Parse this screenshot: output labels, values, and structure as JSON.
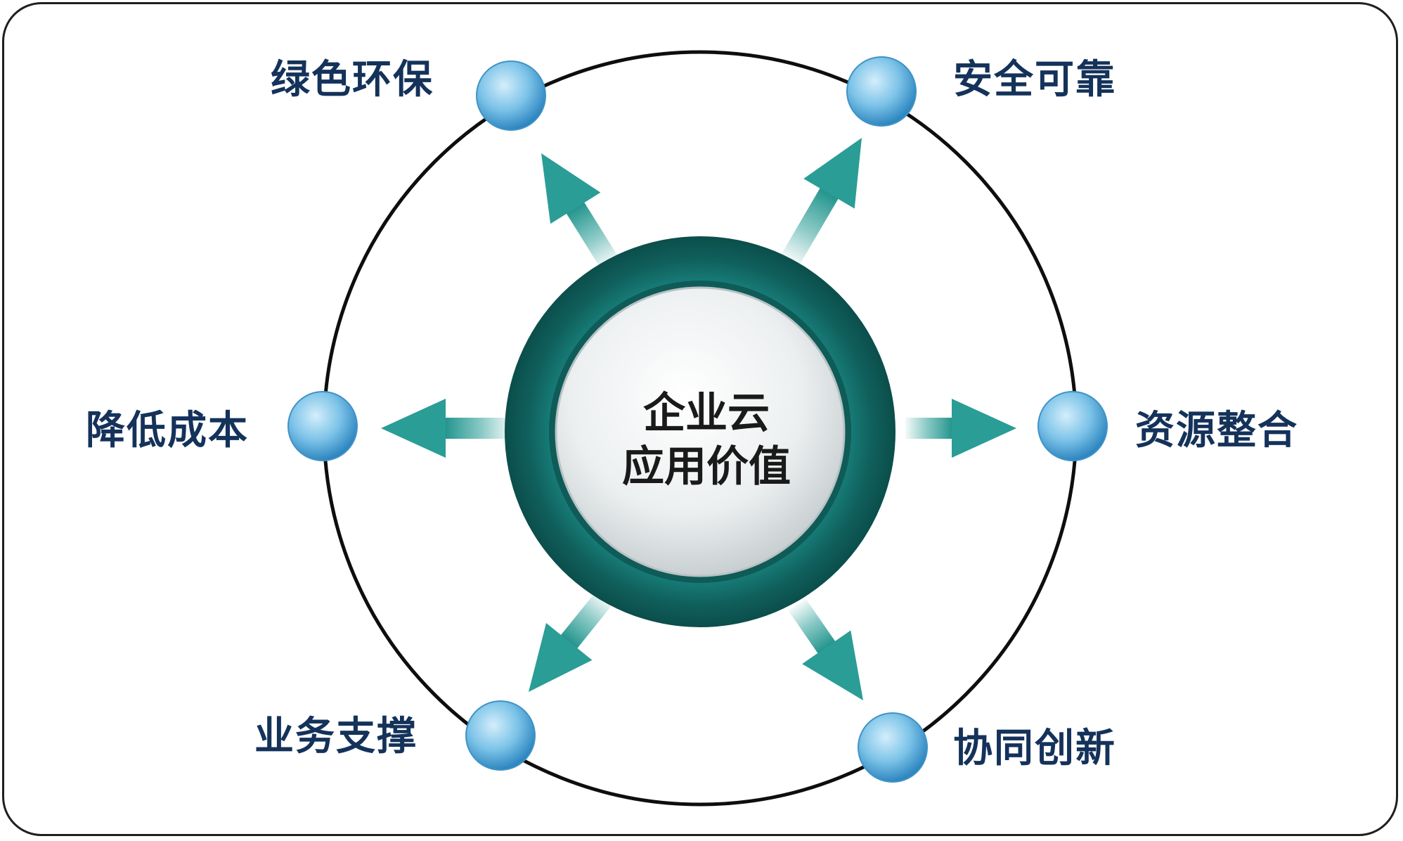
{
  "center": {
    "line1": "企业云",
    "line2": "应用价值"
  },
  "nodes": [
    {
      "id": "green",
      "label": "绿色环保"
    },
    {
      "id": "secure",
      "label": "安全可靠"
    },
    {
      "id": "cost",
      "label": "降低成本"
    },
    {
      "id": "resource",
      "label": "资源整合"
    },
    {
      "id": "business",
      "label": "业务支撑"
    },
    {
      "id": "innovation",
      "label": "协同创新"
    }
  ],
  "colors": {
    "ring": "#0e0e0e",
    "hub_dark": "#0f5e5b",
    "hub_mid": "#1a8a85",
    "arrow": "#2a9d96",
    "node": "#5fb0de",
    "label": "#14325a"
  }
}
